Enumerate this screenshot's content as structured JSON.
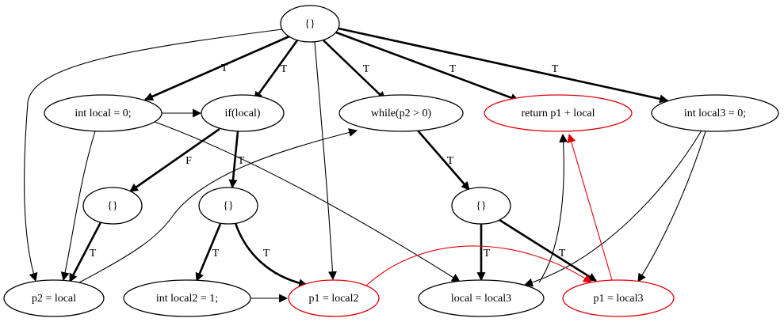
{
  "colors": {
    "normal": "#000000",
    "highlight": "#e0000a"
  },
  "nodes": [
    {
      "id": "root",
      "label": "{}",
      "highlight": false
    },
    {
      "id": "n_int_local",
      "label": "int local = 0;",
      "highlight": false
    },
    {
      "id": "n_if",
      "label": "if(local)",
      "highlight": false
    },
    {
      "id": "n_while",
      "label": "while(p2 > 0)",
      "highlight": false
    },
    {
      "id": "n_return",
      "label": "return p1 + local",
      "highlight": true
    },
    {
      "id": "n_int_local3",
      "label": "int local3 = 0;",
      "highlight": false
    },
    {
      "id": "n_block_f",
      "label": "{}",
      "highlight": false
    },
    {
      "id": "n_block_t",
      "label": "{}",
      "highlight": false
    },
    {
      "id": "n_block_w",
      "label": "{}",
      "highlight": false
    },
    {
      "id": "n_p2",
      "label": "p2 = local",
      "highlight": false
    },
    {
      "id": "n_int_local2",
      "label": "int local2 = 1;",
      "highlight": false
    },
    {
      "id": "n_p1_local2",
      "label": "p1 = local2",
      "highlight": true
    },
    {
      "id": "n_local_local3",
      "label": "local = local3",
      "highlight": false
    },
    {
      "id": "n_p1_local3",
      "label": "p1 = local3",
      "highlight": true
    }
  ],
  "edges": [
    {
      "id": "e1",
      "from": "root",
      "to": "n_int_local",
      "label": "T",
      "bold": true,
      "highlight": false
    },
    {
      "id": "e2",
      "from": "root",
      "to": "n_if",
      "label": "T",
      "bold": true,
      "highlight": false
    },
    {
      "id": "e3",
      "from": "root",
      "to": "n_while",
      "label": "T",
      "bold": true,
      "highlight": false
    },
    {
      "id": "e4",
      "from": "root",
      "to": "n_return",
      "label": "T",
      "bold": true,
      "highlight": false
    },
    {
      "id": "e5",
      "from": "root",
      "to": "n_int_local3",
      "label": "T",
      "bold": true,
      "highlight": false
    },
    {
      "id": "e6",
      "from": "root",
      "to": "n_p2",
      "label": "",
      "bold": false,
      "highlight": false
    },
    {
      "id": "e7",
      "from": "root",
      "to": "n_p1_local2",
      "label": "",
      "bold": false,
      "highlight": false
    },
    {
      "id": "e8",
      "from": "n_int_local",
      "to": "n_if",
      "label": "",
      "bold": false,
      "highlight": false
    },
    {
      "id": "e9",
      "from": "n_int_local",
      "to": "n_p2",
      "label": "",
      "bold": false,
      "highlight": false
    },
    {
      "id": "e10",
      "from": "n_int_local",
      "to": "n_local_local3",
      "label": "",
      "bold": false,
      "highlight": false
    },
    {
      "id": "e11",
      "from": "n_if",
      "to": "n_block_f",
      "label": "F",
      "bold": true,
      "highlight": false
    },
    {
      "id": "e12",
      "from": "n_if",
      "to": "n_block_t",
      "label": "T",
      "bold": true,
      "highlight": false
    },
    {
      "id": "e13",
      "from": "n_while",
      "to": "n_block_w",
      "label": "T",
      "bold": true,
      "highlight": false
    },
    {
      "id": "e14",
      "from": "n_block_f",
      "to": "n_p2",
      "label": "T",
      "bold": true,
      "highlight": false
    },
    {
      "id": "e15",
      "from": "n_block_t",
      "to": "n_int_local2",
      "label": "T",
      "bold": true,
      "highlight": false
    },
    {
      "id": "e16",
      "from": "n_block_t",
      "to": "n_p1_local2",
      "label": "T",
      "bold": true,
      "highlight": false
    },
    {
      "id": "e17",
      "from": "n_block_w",
      "to": "n_local_local3",
      "label": "T",
      "bold": true,
      "highlight": false
    },
    {
      "id": "e18",
      "from": "n_block_w",
      "to": "n_p1_local3",
      "label": "T",
      "bold": true,
      "highlight": false
    },
    {
      "id": "e19",
      "from": "n_int_local2",
      "to": "n_p1_local2",
      "label": "",
      "bold": false,
      "highlight": false
    },
    {
      "id": "e20",
      "from": "n_p2",
      "to": "n_while",
      "label": "",
      "bold": false,
      "highlight": false
    },
    {
      "id": "e21",
      "from": "n_int_local3",
      "to": "n_local_local3",
      "label": "",
      "bold": false,
      "highlight": false
    },
    {
      "id": "e22",
      "from": "n_int_local3",
      "to": "n_p1_local3",
      "label": "",
      "bold": false,
      "highlight": false
    },
    {
      "id": "e23",
      "from": "n_local_local3",
      "to": "n_return",
      "label": "",
      "bold": false,
      "highlight": false
    },
    {
      "id": "e24",
      "from": "n_p1_local2",
      "to": "n_p1_local3",
      "label": "",
      "bold": false,
      "highlight": true
    },
    {
      "id": "e25",
      "from": "n_p1_local3",
      "to": "n_return",
      "label": "",
      "bold": false,
      "highlight": true
    }
  ]
}
